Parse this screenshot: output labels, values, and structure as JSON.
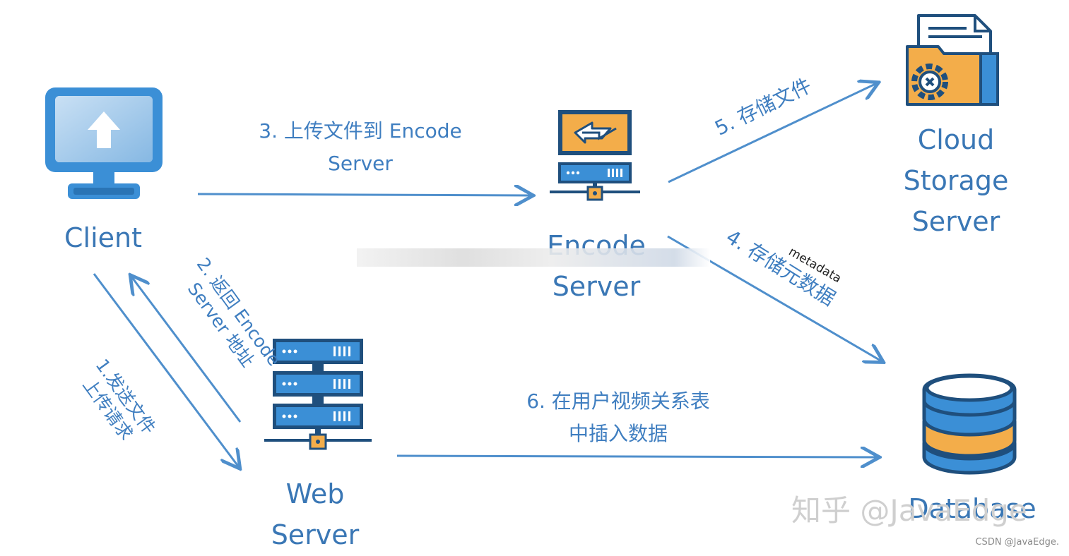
{
  "nodes": {
    "client": "Client",
    "encode": "Encode\nServer",
    "cloud": "Cloud\nStorage\nServer",
    "web": "Web\nServer",
    "database": "Database"
  },
  "steps": {
    "s1": "1.发送文件\n上传请求",
    "s2": "2. 返回 Encode\nServer 地址",
    "s3": "3. 上传文件到 Encode\nServer",
    "s4": "4. 存储元数据",
    "s4_note": "metadata",
    "s5": "5. 存储文件",
    "s6": "6. 在用户视频关系表\n中插入数据"
  },
  "watermark": "知乎 @JavaEdge",
  "credit": "CSDN @JavaEdge.",
  "colors": {
    "arrow": "#4f8fcc",
    "label": "#3a77b5",
    "orange": "#f3ad4a",
    "blue": "#3b8fd6",
    "navy": "#1f4f7d"
  }
}
